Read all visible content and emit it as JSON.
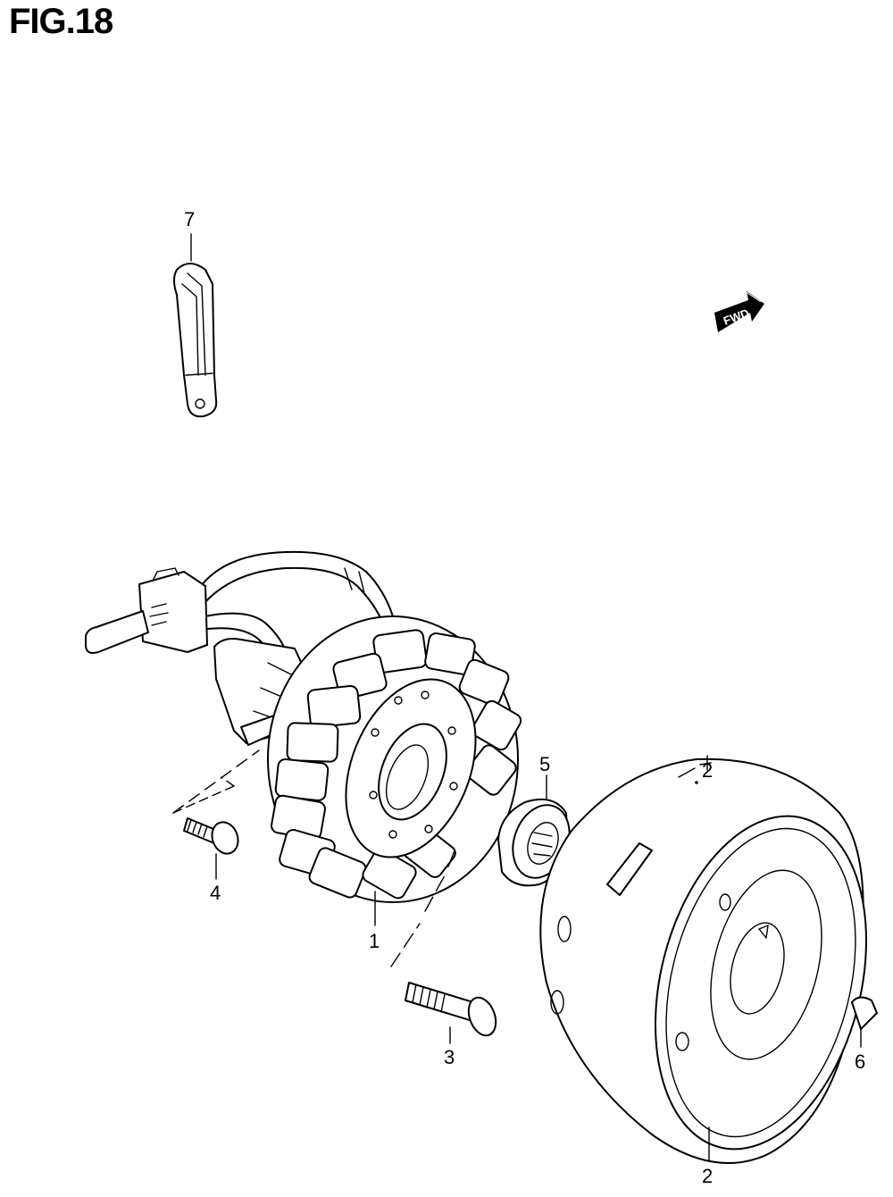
{
  "figure": {
    "title": "FIG.18"
  },
  "direction_badge": {
    "text": "FWD"
  },
  "callouts": [
    {
      "id": "7",
      "label": "7"
    },
    {
      "id": "5",
      "label": "5"
    },
    {
      "id": "4",
      "label": "4"
    },
    {
      "id": "1",
      "label": "1"
    },
    {
      "id": "3",
      "label": "3"
    },
    {
      "id": "6",
      "label": "6"
    },
    {
      "id": "2a",
      "label": "2"
    },
    {
      "id": "2b",
      "label": "2"
    }
  ]
}
